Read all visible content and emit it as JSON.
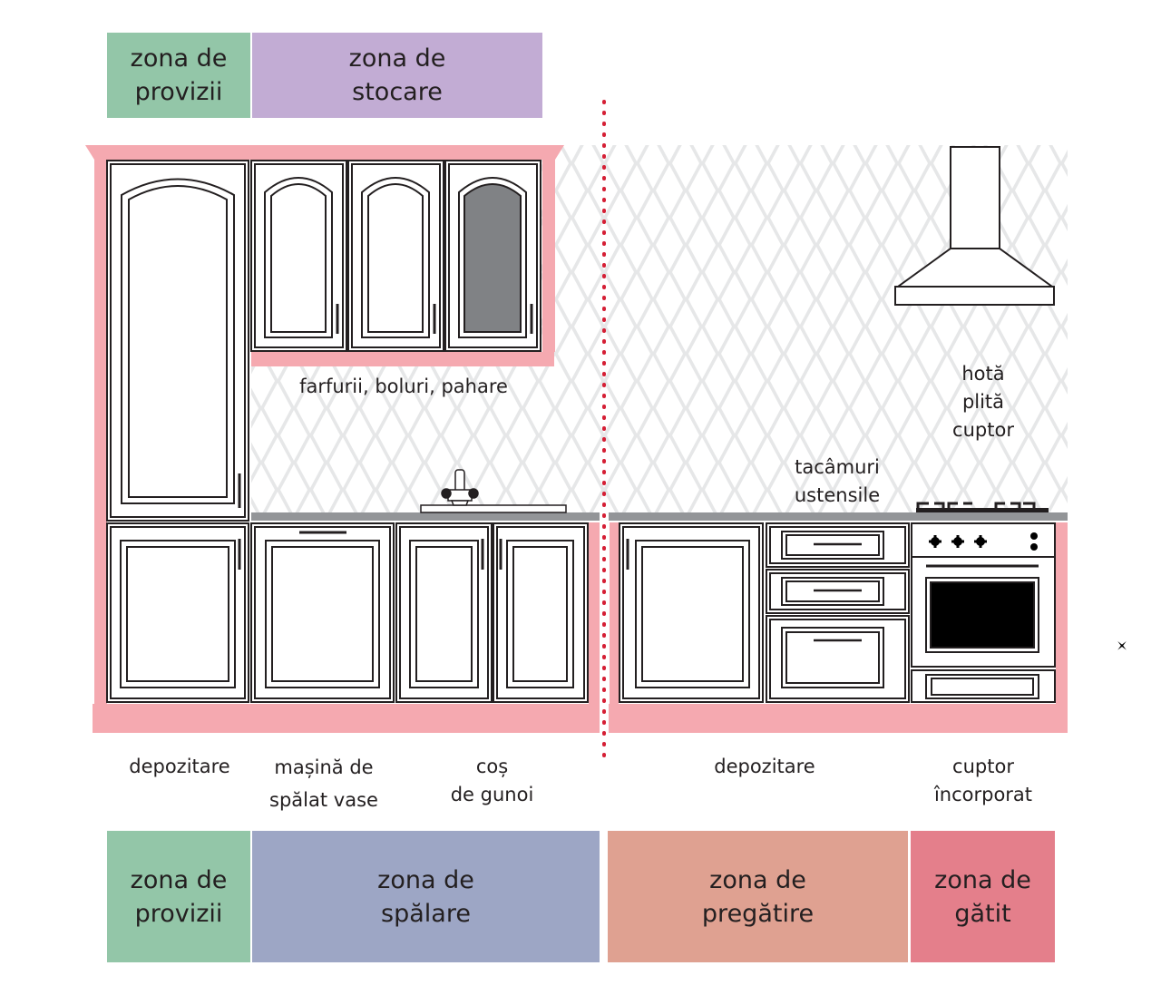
{
  "colors": {
    "provizii": "#93c6a8",
    "stocare": "#c2acd4",
    "spalare": "#9da6c5",
    "pregatire": "#dfa191",
    "gatit": "#e47f8b",
    "pink_frame": "#f5a9b0",
    "wall_pattern": "#e6e7e8",
    "divider": "#d51f35",
    "countertop": "#939598",
    "glass": "#808285"
  },
  "zones_top": [
    {
      "text": "zona de\nprovizii"
    },
    {
      "text": "zona de\nstocare"
    }
  ],
  "zones_bottom": [
    {
      "text": "zona de\nprovizii"
    },
    {
      "text": "zona de\nspălare"
    },
    {
      "text": "zona de\npregătire"
    },
    {
      "text": "zona de\ngătit"
    }
  ],
  "labels": {
    "dishes": "farfurii, boluri, pahare",
    "cooking_appliances": "hotă\nplită\ncuptor",
    "cutlery": "tacâmuri\nustensile"
  },
  "bottom_labels": [
    {
      "text": "depozitare"
    },
    {
      "text": "mașină de\nspălat vase"
    },
    {
      "text": "coș\nde gunoi"
    },
    {
      "text": "depozitare"
    },
    {
      "text": "cuptor\nîncorporat"
    }
  ],
  "icons": [
    "sink-faucet-icon",
    "cooktop-burner-icon",
    "range-hood-icon",
    "oven-knob-icon"
  ]
}
